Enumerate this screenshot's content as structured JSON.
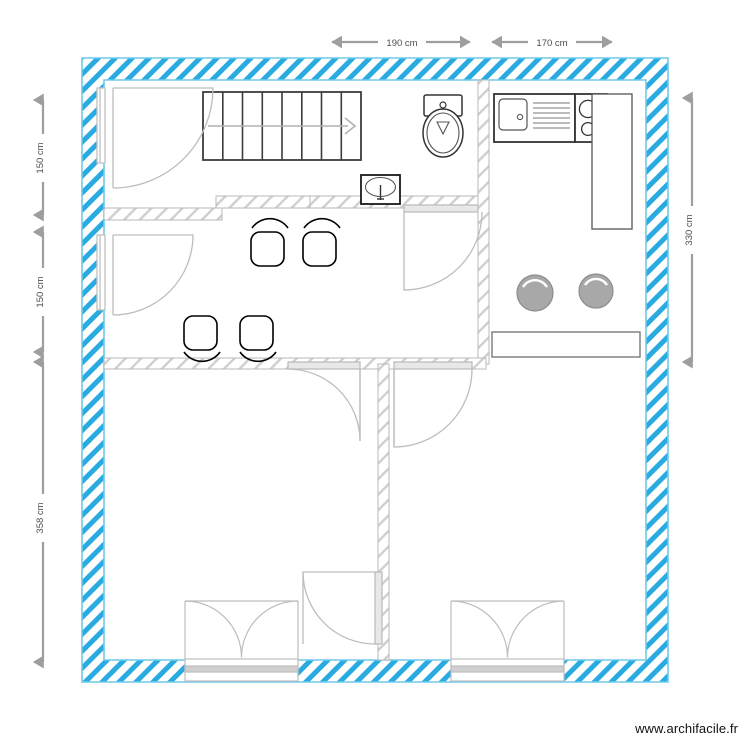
{
  "app": {
    "watermark": "www.archifacile.fr"
  },
  "plan": {
    "title": "Floor plan",
    "units": "cm",
    "colors": {
      "exterior_wall_hatch": "#29abe2",
      "exterior_wall_outline": "#6fc9ea",
      "interior_wall_hatch": "#c8c8c8",
      "interior_wall_outline": "#b4b4b4",
      "fixture_stroke": "#333333",
      "furniture_stroke": "#000000",
      "door_swing": "#9a9a9a",
      "dimension_arrow": "#9e9e9e",
      "dimension_text": "#4d4d4d",
      "stool_fill": "#a8a8a8",
      "background": "#ffffff"
    }
  },
  "dimensions": {
    "top": [
      {
        "id": "dim-top-1",
        "label": "190 cm",
        "value": 190,
        "unit": "cm",
        "orientation": "horizontal"
      },
      {
        "id": "dim-top-2",
        "label": "170 cm",
        "value": 170,
        "unit": "cm",
        "orientation": "horizontal"
      }
    ],
    "left": [
      {
        "id": "dim-left-1",
        "label": "150 cm",
        "value": 150,
        "unit": "cm",
        "orientation": "vertical"
      },
      {
        "id": "dim-left-2",
        "label": "150 cm",
        "value": 150,
        "unit": "cm",
        "orientation": "vertical"
      },
      {
        "id": "dim-left-3",
        "label": "358 cm",
        "value": 358,
        "unit": "cm",
        "orientation": "vertical"
      }
    ],
    "right": [
      {
        "id": "dim-right-1",
        "label": "330 cm",
        "value": 330,
        "unit": "cm",
        "orientation": "vertical"
      }
    ]
  },
  "fixtures": {
    "kitchen": {
      "sink": "kitchen-sink-with-drainer",
      "cooktop": "cooktop-two-burners",
      "tall_cabinet": "tall-cabinet",
      "counter": "kitchen-counter",
      "stools": 2
    },
    "bathroom": {
      "toilet": "toilet-with-cistern",
      "washbasin": "washbasin"
    },
    "living": {
      "chairs": 4,
      "staircase_steps": 8,
      "staircase_direction": "right"
    }
  },
  "openings": {
    "doors": [
      {
        "id": "door-left-upper",
        "type": "swing-door"
      },
      {
        "id": "door-left-lower",
        "type": "swing-door"
      },
      {
        "id": "door-bath-right",
        "type": "swing-door"
      },
      {
        "id": "door-room-left",
        "type": "swing-door"
      },
      {
        "id": "door-room-right",
        "type": "swing-door"
      },
      {
        "id": "door-interior-mid",
        "type": "swing-door"
      }
    ],
    "windows": [
      {
        "id": "window-bottom-left",
        "type": "french-double-door"
      },
      {
        "id": "window-bottom-right",
        "type": "french-double-door"
      }
    ]
  }
}
